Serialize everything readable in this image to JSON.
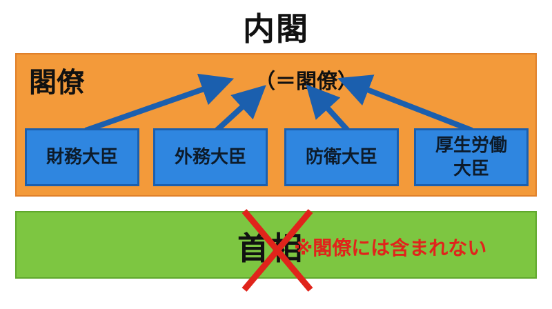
{
  "title": "内閣",
  "cabinet": {
    "label": "閣僚",
    "center_label": "（＝閣僚）",
    "ministers": [
      "財務大臣",
      "外務大臣",
      "防衛大臣",
      "厚生労働大臣"
    ]
  },
  "prime_minister": {
    "label": "首相",
    "note": "※閣僚には含まれない"
  },
  "colors": {
    "cabinet_bg": "#f39a3a",
    "minister_bg": "#2f86e0",
    "arrow": "#1b5fae",
    "pm_bg": "#7dc641",
    "cross": "#e0241b"
  }
}
